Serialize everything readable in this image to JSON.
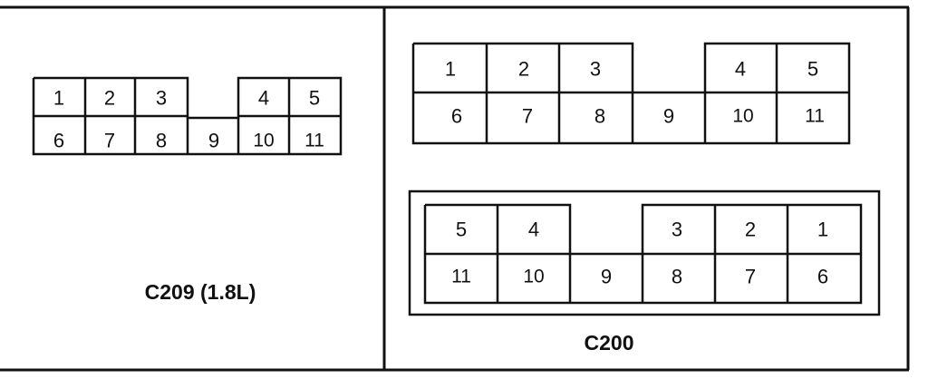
{
  "panels": {
    "left": {
      "label": "C209 (1.8L)",
      "pins": {
        "p1": "1",
        "p2": "2",
        "p3": "3",
        "p4": "4",
        "p5": "5",
        "p6": "6",
        "p7": "7",
        "p8": "8",
        "p9": "9",
        "p10": "10",
        "p11": "11"
      }
    },
    "right_top": {
      "pins": {
        "p1": "1",
        "p2": "2",
        "p3": "3",
        "p4": "4",
        "p5": "5",
        "p6": "6",
        "p7": "7",
        "p8": "8",
        "p9": "9",
        "p10": "10",
        "p11": "11"
      }
    },
    "right_bottom": {
      "pins": {
        "p5": "5",
        "p4": "4",
        "p3": "3",
        "p2": "2",
        "p1": "1",
        "p11": "11",
        "p10": "10",
        "p9": "9",
        "p8": "8",
        "p7": "7",
        "p6": "6"
      }
    },
    "right": {
      "label": "C200"
    }
  }
}
